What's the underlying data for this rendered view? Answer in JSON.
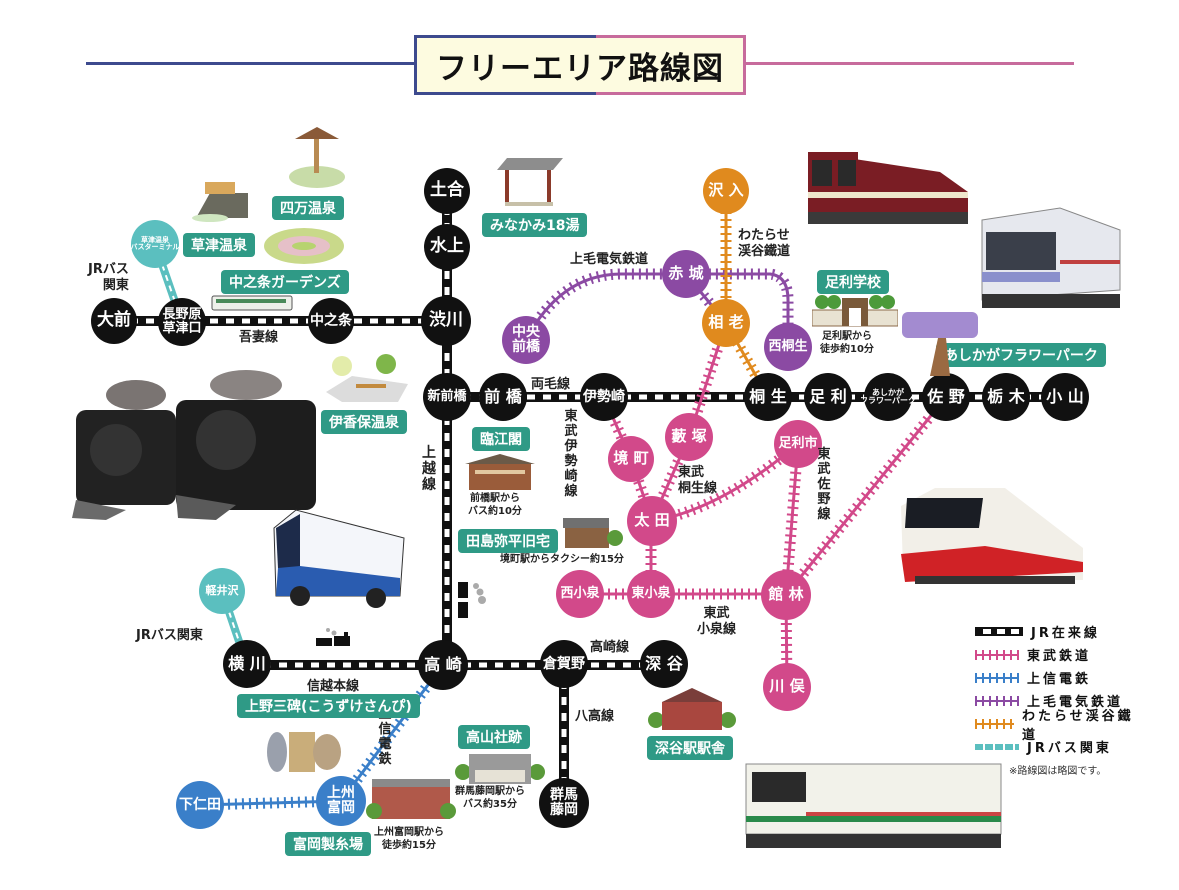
{
  "title": "フリーエリア路線図",
  "colors": {
    "jr": "#111111",
    "tobu": "#d2498a",
    "josin": "#3a7fc9",
    "jomo": "#8b4aa3",
    "watarase": "#e08a1e",
    "jrbus": "#5bbfbf",
    "spot_tag": "#2f9a86"
  },
  "stations": {
    "ohmae": "大前",
    "naganohara": "長野原\n草津口",
    "nakanojo": "中之条",
    "shibukawa": "渋川",
    "doai": "土合",
    "minakami": "水上",
    "shinmaebashi": "新前橋",
    "maebashi": "前 橋",
    "isesaki": "伊勢崎",
    "kiryu": "桐 生",
    "ashikaga": "足 利",
    "ashikaga_fp": "あしかが\nフラワーパーク",
    "sano": "佐 野",
    "tochigi": "栃 木",
    "oyama": "小 山",
    "yokokawa": "横 川",
    "takasaki": "高 崎",
    "kuragano": "倉賀野",
    "fukaya": "深 谷",
    "gunmafujioka": "群馬\n藤岡",
    "sakaimachi": "境 町",
    "yabuzuka": "藪 塚",
    "ota": "太 田",
    "ashikagashi": "足利市",
    "nishikoizumi": "西小泉",
    "higashikoizumi": "東小泉",
    "tatebayashi": "館 林",
    "kawamata": "川 俣",
    "akagi": "赤 城",
    "chuomaebashi": "中央\n前橋",
    "nishikiryu": "西桐生",
    "aioi": "相 老",
    "sori": "沢 入",
    "shimonita": "下仁田",
    "joshutomioka": "上州\n富岡",
    "karuizawa": "軽井沢",
    "kusatsu_bt": "草津温泉\nバスターミナル"
  },
  "line_labels": {
    "agatsuma": "吾妻線",
    "ryomo": "両毛線",
    "joetsu": "上\n越\n線",
    "shinetsu": "信越本線",
    "takasaki_line": "高崎線",
    "hachiko": "八高線",
    "jomo_line": "上毛電気鉄道",
    "watarase_line": "わたらせ\n渓谷鐵道",
    "tobu_isesaki": "東\n武\n伊\n勢\n崎\n線",
    "tobu_kiryu": "東武\n桐生線",
    "tobu_sano": "東\n武\n佐\n野\n線",
    "tobu_koizumi": "東武\n小泉線",
    "josin_line": "上\n信\n電\n鉄",
    "jrbus_top": "JRバス\n関東",
    "jrbus_bottom": "JRバス関東"
  },
  "spots": {
    "shima_onsen": "四万温泉",
    "kusatsu_onsen": "草津温泉",
    "nakanojo_gardens": "中之条ガーデンズ",
    "minakami18": "みなかみ18湯",
    "ikaho_onsen": "伊香保温泉",
    "rinkokaku": "臨江閣",
    "rinkokaku_note": "前橋駅から\nバス約10分",
    "tajima": "田島弥平旧宅",
    "tajima_note": "境町駅からタクシー約15分",
    "ashikaga_gakko": "足利学校",
    "ashikaga_gakko_note": "足利駅から\n徒歩約10分",
    "ashikaga_fp": "あしかがフラワーパーク",
    "kozuke_sanpi": "上野三碑(こうずけさんぴ)",
    "takayama": "高山社跡",
    "takayama_note": "群馬藤岡駅から\nバス約35分",
    "tomioka_silk": "富岡製糸場",
    "tomioka_note": "上州富岡駅から\n徒歩約15分",
    "fukaya_station": "深谷駅駅舎"
  },
  "legend": {
    "items": [
      {
        "label": "JR在来線",
        "type": "jr"
      },
      {
        "label": "東武鉄道",
        "type": "tobu"
      },
      {
        "label": "上信電鉄",
        "type": "josin"
      },
      {
        "label": "上毛電気鉄道",
        "type": "jomo"
      },
      {
        "label": "わたらせ渓谷鐵道",
        "type": "watarase"
      },
      {
        "label": "JRバス関東",
        "type": "jrbus"
      }
    ],
    "note": "※路線図は略図です。"
  }
}
